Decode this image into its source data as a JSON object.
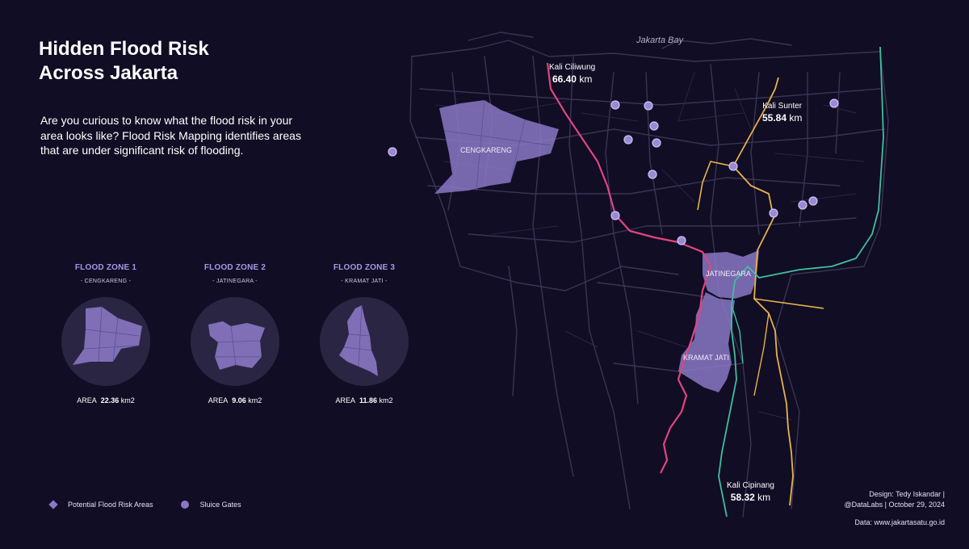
{
  "title_line1": "Hidden Flood Risk",
  "title_line2": "Across Jakarta",
  "intro": "Are you curious to know what the flood risk in your area looks like? Flood Risk Mapping identifies areas that are under significant risk of flooding.",
  "zones": [
    {
      "title": "FLOOD ZONE 1",
      "name": "- CENGKARENG -",
      "area_label": "AREA",
      "area_value": "22.36",
      "area_unit": "km2"
    },
    {
      "title": "FLOOD ZONE 2",
      "name": "- JATINEGARA -",
      "area_label": "AREA",
      "area_value": "9.06",
      "area_unit": "km2"
    },
    {
      "title": "FLOOD ZONE 3",
      "name": "- KRAMAT JATI -",
      "area_label": "AREA",
      "area_value": "11.86",
      "area_unit": "km2"
    }
  ],
  "legend": {
    "flood_areas": "Potential Flood Risk Areas",
    "sluice_gates": "Sluice Gates"
  },
  "map": {
    "bay": "Jakarta Bay",
    "areas": {
      "cengkareng": "CENGKARENG",
      "jatinegara": "JATINEGARA",
      "kramat_jati": "KRAMAT JATI"
    },
    "rivers": {
      "ciliwung": {
        "name": "Kali Ciliwung",
        "value": "66.40",
        "unit": "km",
        "color": "#e0457f"
      },
      "sunter": {
        "name": "Kali Sunter",
        "value": "55.84",
        "unit": "km",
        "color": "#e8b34a"
      },
      "cipinang": {
        "name": "Kali Cipinang",
        "value": "58.32",
        "unit": "km",
        "color": "#3fbf9f"
      }
    }
  },
  "colors": {
    "background": "#110d24",
    "flood_area": "#8a78c4",
    "road": "#3a3455",
    "zone_title": "#a996e8"
  },
  "credits": {
    "design": "Design: Tedy Iskandar |",
    "org": "@DataLabs | October 29, 2024",
    "source": "Data: www.jakartasatu.go.id"
  }
}
